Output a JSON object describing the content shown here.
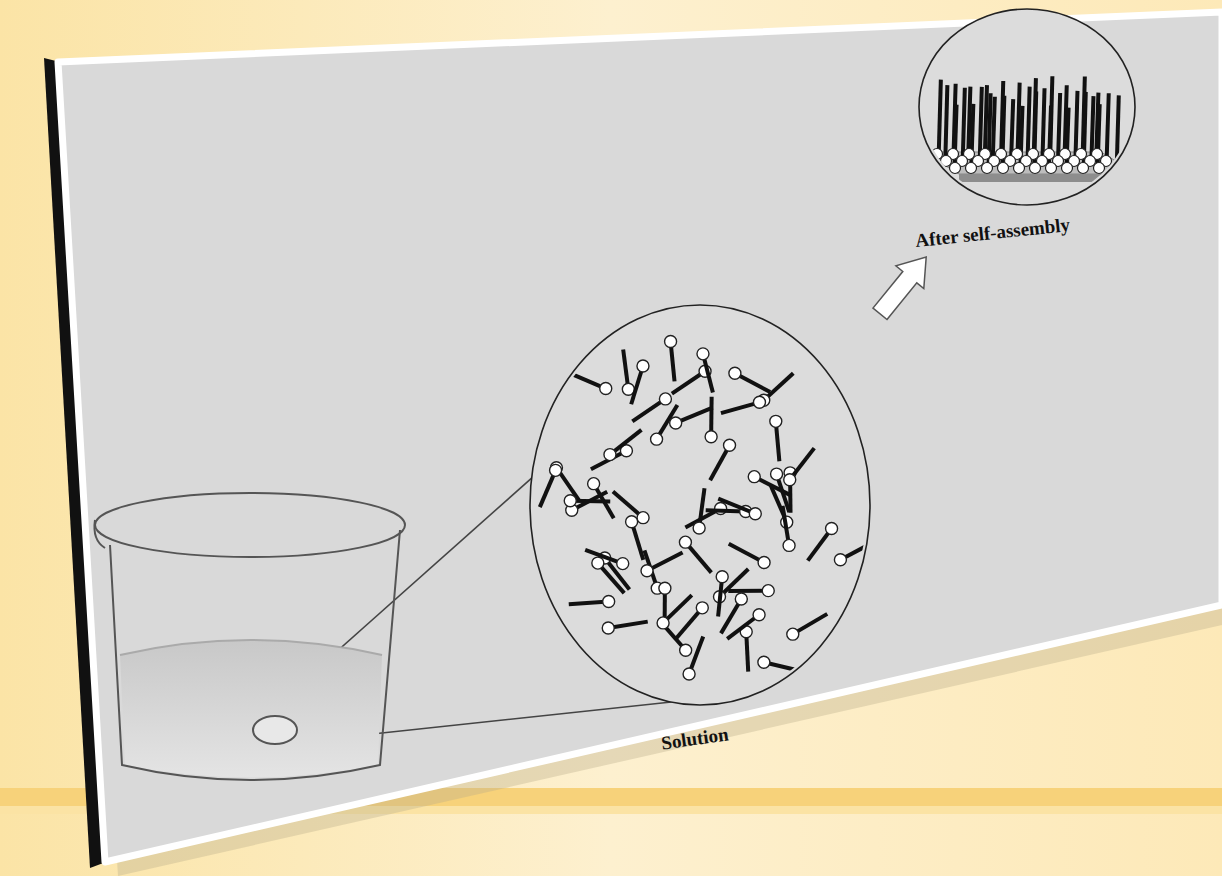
{
  "diagram": {
    "nodes": [
      {
        "text": [
          "Solution"
        ]
      },
      {
        "text": [
          "After self-assembly"
        ]
      }
    ],
    "edges": [
      {
        "from": 0,
        "to": 1,
        "arrow": "to"
      }
    ]
  }
}
